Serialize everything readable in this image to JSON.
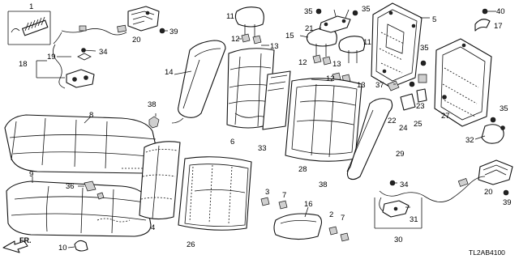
{
  "diagram": {
    "code": "TL2AB4100",
    "front_label": "FR.",
    "callouts": [
      "1",
      "2",
      "3",
      "4",
      "5",
      "6",
      "7",
      "8",
      "9",
      "10",
      "11",
      "12",
      "13",
      "14",
      "15",
      "16",
      "17",
      "18",
      "19",
      "20",
      "21",
      "22",
      "23",
      "24",
      "25",
      "26",
      "27",
      "28",
      "29",
      "30",
      "31",
      "32",
      "33",
      "34",
      "35",
      "36",
      "37",
      "38",
      "39",
      "40"
    ]
  }
}
